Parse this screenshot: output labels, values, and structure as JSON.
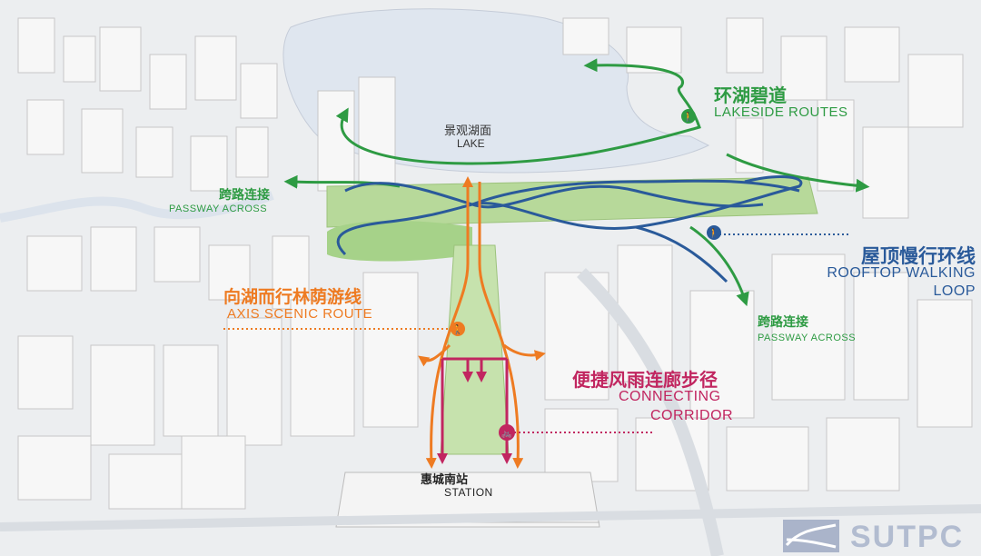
{
  "labels": {
    "lake_cn": "景观湖面",
    "lake_en": "LAKE",
    "lakeside_cn": "环湖碧道",
    "lakeside_en": "LAKESIDE ROUTES",
    "passway_cn": "跨路连接",
    "passway_en": "PASSWAY ACROSS",
    "rooftop_cn": "屋顶慢行环线",
    "rooftop_en_1": "ROOFTOP WALKING",
    "rooftop_en_2": "LOOP",
    "axis_cn": "向湖而行林荫游线",
    "axis_en": "AXIS SCENIC ROUTE",
    "corridor_cn": "便捷风雨连廊步径",
    "corridor_en_1": "CONNECTING",
    "corridor_en_2": "CORRIDOR",
    "station_cn": "惠城南站",
    "station_en": "STATION"
  },
  "logo": {
    "text": "SUTPC"
  },
  "colors": {
    "lakeside_green": "#2e9b43",
    "rooftop_blue": "#2a5a9a",
    "axis_orange": "#ee7b22",
    "corridor_magenta": "#c12660",
    "park_green": "#a6d289",
    "lake_water": "#dde4ee",
    "building": "#f6f6f6",
    "building_edge": "#c8c8c8"
  },
  "icons": [
    "walker-icon",
    "walker-icon",
    "walker-icon",
    "cyclist-icon"
  ]
}
